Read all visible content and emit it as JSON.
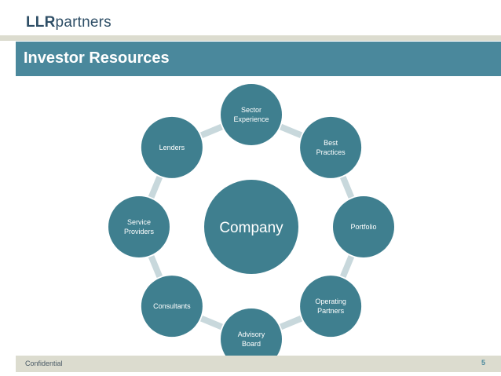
{
  "brand": {
    "logo_bold": "LLR",
    "logo_light": "partners"
  },
  "header": {
    "title": "Investor Resources"
  },
  "diagram": {
    "center": "Company",
    "nodes": [
      {
        "lines": [
          "Sector",
          "Experience"
        ]
      },
      {
        "lines": [
          "Best",
          "Practices"
        ]
      },
      {
        "lines": [
          "Portfolio"
        ]
      },
      {
        "lines": [
          "Operating",
          "Partners"
        ]
      },
      {
        "lines": [
          "Advisory",
          "Board"
        ]
      },
      {
        "lines": [
          "Consultants"
        ]
      },
      {
        "lines": [
          "Service",
          "Providers"
        ]
      },
      {
        "lines": [
          "Lenders"
        ]
      }
    ],
    "colors": {
      "node": "#3f7f8f",
      "connector": "#c8d8dc",
      "center": "#3f7f8f"
    }
  },
  "footer": {
    "left": "Confidential",
    "page": "5"
  }
}
